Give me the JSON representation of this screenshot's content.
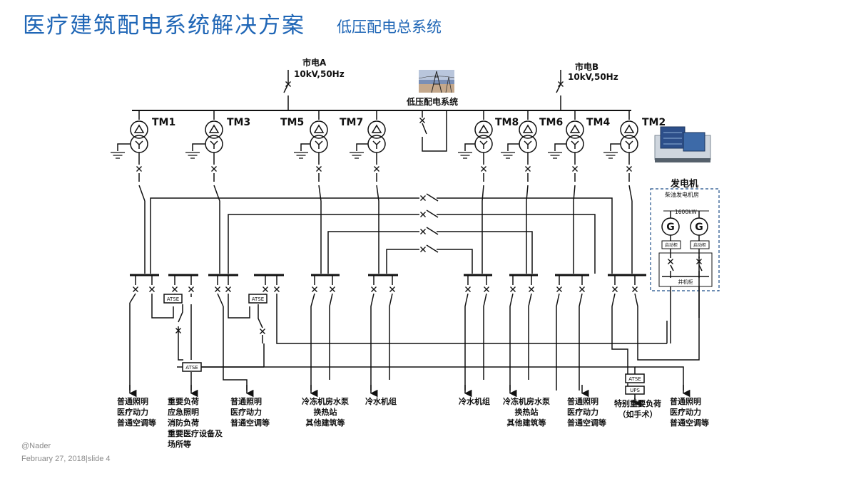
{
  "header": {
    "title": "医疗建筑配电系统解决方案",
    "subtitle": "低压配电总系统"
  },
  "sources": {
    "a_name": "市电A",
    "a_spec": "10kV,50Hz",
    "b_name": "市电B",
    "b_spec": "10kV,50Hz",
    "system_label": "低压配电系统"
  },
  "transformers": [
    "TM1",
    "TM3",
    "TM5",
    "TM7",
    "TM8",
    "TM6",
    "TM4",
    "TM2"
  ],
  "generator": {
    "title": "发电机",
    "room": "柴油发电机房",
    "power": "1600kW",
    "symbol": "G",
    "start_cabinet": "启动柜",
    "parallel_cabinet": "并机柜"
  },
  "devices": {
    "atse": "ATSE",
    "ups": "UPS"
  },
  "loads": {
    "l1": [
      "普通照明",
      "医疗动力",
      "普通空调等"
    ],
    "l2": [
      "重要负荷",
      "应急照明",
      "消防负荷",
      "重要医疗设备及",
      "场所等"
    ],
    "l3": [
      "普通照明",
      "医疗动力",
      "普通空调等"
    ],
    "l4": [
      "冷冻机房水泵",
      "换热站",
      "其他建筑等"
    ],
    "l5": [
      "冷水机组"
    ],
    "l6": [
      "冷水机组"
    ],
    "l7": [
      "冷冻机房水泵",
      "换热站",
      "其他建筑等"
    ],
    "l8": [
      "普通照明",
      "医疗动力",
      "普通空调等"
    ],
    "l9": [
      "特别重要负荷",
      "（如手术）"
    ],
    "l10": [
      "普通照明",
      "医疗动力",
      "普通空调等"
    ]
  },
  "footer": {
    "author": "@Nader",
    "date_slide": "February 27, 2018|slide 4"
  }
}
